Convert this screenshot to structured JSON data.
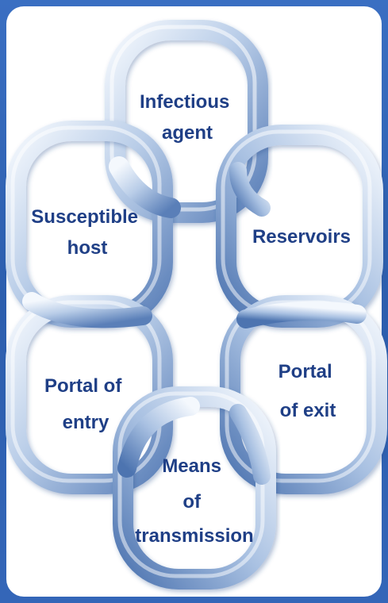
{
  "diagram": {
    "links": {
      "infectious_agent": [
        "Infectious",
        "agent"
      ],
      "reservoirs": [
        "Reservoirs"
      ],
      "portal_of_exit": [
        "Portal",
        "of exit"
      ],
      "means_of_transmission": [
        "Means",
        "of",
        "transmission"
      ],
      "portal_of_entry": [
        "Portal of",
        "entry"
      ],
      "susceptible_host": [
        "Susceptible",
        "host"
      ]
    }
  },
  "colors": {
    "background": "#2f63b4",
    "panel": "#ffffff",
    "chain_light": "#eef4fb",
    "chain_mid": "#9fb9dc",
    "chain_dark": "#5a7fb8",
    "label_text": "#1f3f86"
  }
}
